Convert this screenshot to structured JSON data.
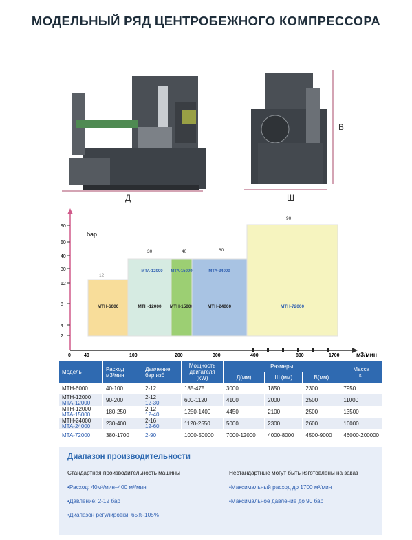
{
  "title": "МОДЕЛЬНЫЙ РЯД ЦЕНТРОБЕЖНОГО КОМПРЕССОРА",
  "dimension_labels": {
    "length": "Д",
    "width": "Ш",
    "height": "В"
  },
  "chart_data": {
    "type": "bar",
    "ylabel": "бар",
    "xlabel": "м3/мин",
    "y_ticks": [
      "2",
      "4",
      "8",
      "12",
      "30",
      "40",
      "60",
      "90"
    ],
    "x_ticks": [
      "0",
      "40",
      "100",
      "200",
      "300",
      "400",
      "800",
      "1700"
    ],
    "bars": [
      {
        "model": "MTH-6000",
        "x_from": 40,
        "x_to": 100,
        "top_label": "12",
        "color": "#f8dd9a"
      },
      {
        "model": "MTH-12000",
        "x_from": 100,
        "x_to": 200,
        "top_label": "30",
        "color": "#d6ebe2"
      },
      {
        "model": "MTH-15000",
        "x_from": 200,
        "x_to": 250,
        "top_label": "40",
        "color": "#9ccf73"
      },
      {
        "model": "MTH-24000",
        "x_from": 250,
        "x_to": 400,
        "top_label": "60",
        "color": "#a8c3e3"
      },
      {
        "model": "MTH-72000",
        "x_from": 400,
        "x_to": 1700,
        "top_label": "90",
        "color": "#f6f4bf"
      }
    ],
    "overlays": [
      "MTA-12000",
      "MTA-15000",
      "MTA-24000"
    ]
  },
  "table": {
    "headers": {
      "model": "Модель",
      "flow": "Расход",
      "flow_unit": "м3/мин",
      "pressure": "Давление",
      "pressure_unit": "бар.изб",
      "power": "Мощность двигателя (kW)",
      "sizes": "Размеры",
      "d": "Д(мм)",
      "w": "Ш (мм)",
      "h": "В(мм)",
      "mass": "Масса",
      "mass_unit": "кг"
    },
    "rows": [
      {
        "model": "MTH-6000",
        "model2": "",
        "flow": "40-100",
        "p1": "2-12",
        "p2": "",
        "power": "185-475",
        "d": "3000",
        "w": "1850",
        "h": "2300",
        "mass": "7950"
      },
      {
        "model": "MTH-12000",
        "model2": "MTA-12000",
        "flow": "90-200",
        "p1": "2-12",
        "p2": "12-30",
        "power": "600-1120",
        "d": "4100",
        "w": "2000",
        "h": "2500",
        "mass": "11000"
      },
      {
        "model": "MTH-12000",
        "model2": "MTA-15000",
        "flow": "180-250",
        "p1": "2-12",
        "p2": "12-40",
        "power": "1250-1400",
        "d": "4450",
        "w": "2100",
        "h": "2500",
        "mass": "13500"
      },
      {
        "model": "MTH-24000",
        "model2": "MTA-24000",
        "flow": "230-400",
        "p1": "2-16",
        "p2": "12-60",
        "power": "1120-2550",
        "d": "5000",
        "w": "2300",
        "h": "2600",
        "mass": "16000"
      },
      {
        "model": "",
        "model2": "MTA-72000",
        "flow": "380-1700",
        "p1": "",
        "p2": "2-90",
        "power": "1000-50000",
        "d": "7000-12000",
        "w": "4000-8000",
        "h": "4500-9000",
        "mass": "46000-200000"
      }
    ]
  },
  "range": {
    "title": "Диапазон производительности",
    "left_heading": "Стандартная производительность машины",
    "right_heading": "Нестандартные могут быть изготовлены на заказ",
    "left_items": [
      "•Расход: 40м³/мин–400 м³/мин",
      "•Давление: 2-12 бар",
      "•Диапазон регулировки: 65%-105%"
    ],
    "right_items": [
      "•Максимальный расход до 1700 м³/мин",
      "•Максимальное давление до 90 бар"
    ]
  }
}
